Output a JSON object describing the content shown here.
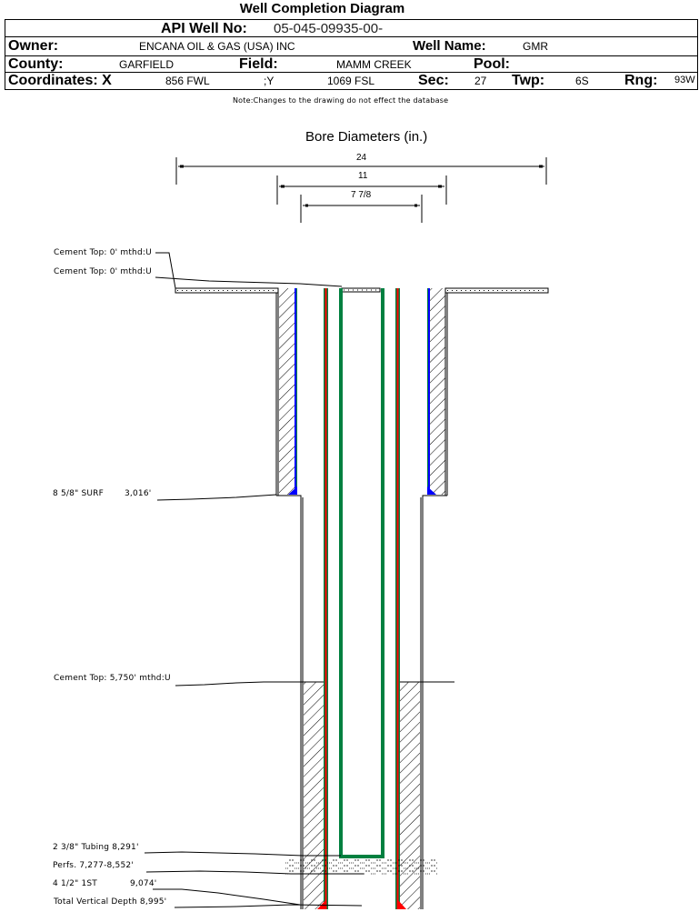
{
  "title": "Well Completion Diagram",
  "header": {
    "api_label": "API Well No:",
    "api_value": "05-045-09935-00-",
    "owner_label": "Owner:",
    "owner_value": "ENCANA OIL & GAS (USA) INC",
    "well_name_label": "Well Name:",
    "well_name_value": "GMR",
    "county_label": "County:",
    "county_value": "GARFIELD",
    "field_label": "Field:",
    "field_value": "MAMM CREEK",
    "pool_label": "Pool:",
    "pool_value": "",
    "coords_label": "Coordinates: X",
    "coord_x_value": "856 FWL",
    "coord_y_sep": ";Y",
    "coord_y_value": "1069 FSL",
    "sec_label": "Sec:",
    "sec_value": "27",
    "twp_label": "Twp:",
    "twp_value": "6S",
    "rng_label": "Rng:",
    "rng_value": "93W"
  },
  "note": "Note:Changes to the drawing do not effect the database",
  "bore_diameters": {
    "title": "Bore Diameters (in.)",
    "items": [
      {
        "label": "24",
        "value_in": 24
      },
      {
        "label": "11",
        "value_in": 11
      },
      {
        "label": "7 7/8",
        "value_in": 7.875
      }
    ]
  },
  "annotations": {
    "cement_top_1": "Cement Top: 0' mthd:U",
    "cement_top_2": "Cement Top: 0' mthd:U",
    "surface_casing_name": "8 5/8\" SURF",
    "surface_casing_depth": "3,016'",
    "cement_top_3": "Cement Top: 5,750' mthd:U",
    "tubing": "2 3/8\" Tubing 8,291'",
    "perfs": "Perfs. 7,277-8,552'",
    "production_casing_name": "4 1/2\" 1ST",
    "production_casing_depth": "9,074'",
    "tvd": "Total Vertical Depth 8,995'"
  },
  "colors": {
    "casing_outer": "#008040",
    "casing_core": "#ff0000",
    "tubing": "#008040",
    "surface_casing": "#0000ff",
    "line": "#000000"
  }
}
